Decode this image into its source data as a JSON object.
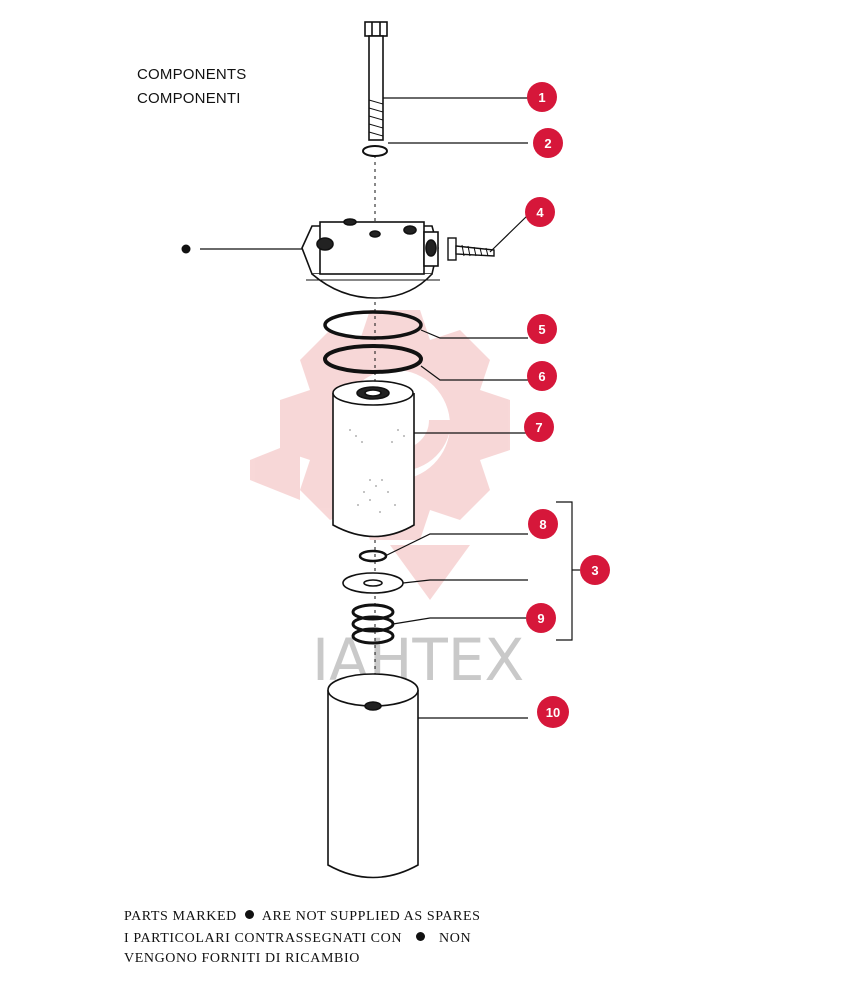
{
  "header": {
    "line1": "COMPONENTS",
    "line2": "COMPONENTI"
  },
  "callouts": [
    "1",
    "2",
    "3",
    "4",
    "5",
    "6",
    "7",
    "8",
    "9",
    "10"
  ],
  "watermark": "IAHTEX",
  "footer": {
    "line1a": "PARTS MARKED",
    "line1b": "ARE NOT SUPPLIED AS SPARES",
    "line2a": "I PARTICOLARI CONTRASSEGNATI CON",
    "line2b": "NON",
    "line3": "VENGONO FORNITI DI RICAMBIO"
  },
  "colors": {
    "badge": "#d6173a",
    "watermark_logo": "#f2b8b8",
    "line": "#111111"
  }
}
